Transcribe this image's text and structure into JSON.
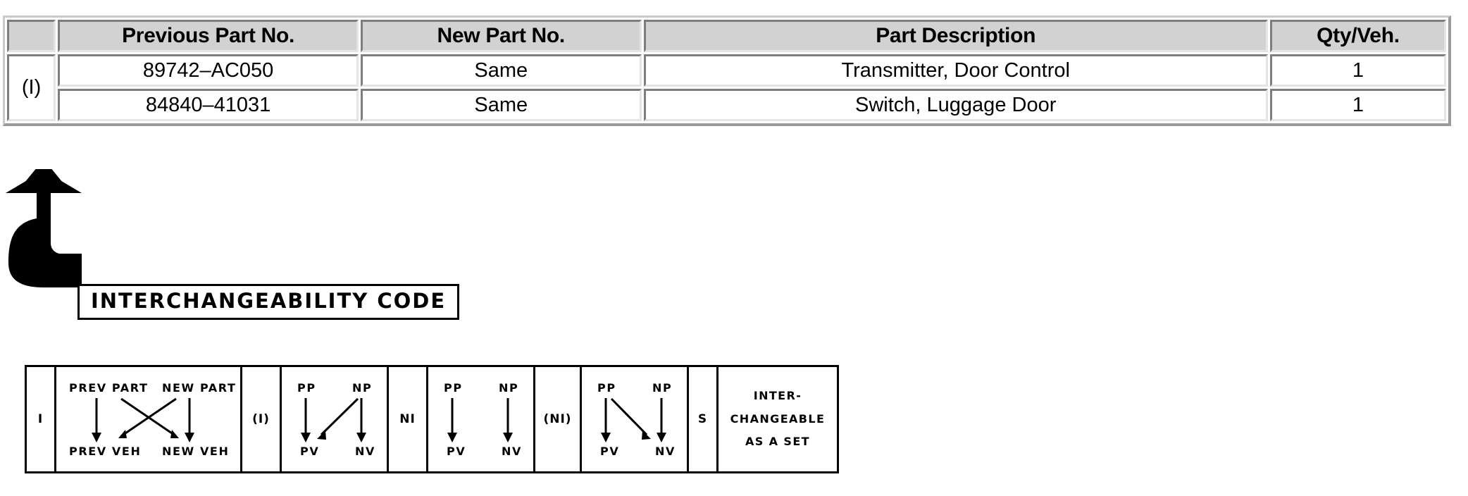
{
  "parts_table": {
    "columns": [
      {
        "key": "code",
        "label": ""
      },
      {
        "key": "previous",
        "label": "Previous Part No."
      },
      {
        "key": "new",
        "label": "New Part No."
      },
      {
        "key": "description",
        "label": "Part Description"
      },
      {
        "key": "qty",
        "label": "Qty/Veh."
      }
    ],
    "interchange_code": "(I)",
    "rows": [
      {
        "previous": "89742–AC050",
        "new": "Same",
        "description": "Transmitter, Door Control",
        "qty": "1"
      },
      {
        "previous": "84840–41031",
        "new": "Same",
        "description": "Switch, Luggage Door",
        "qty": "1"
      }
    ]
  },
  "callout": {
    "label": "INTERCHANGEABILITY CODE",
    "arrow_icon": "curved-up-arrow-icon"
  },
  "legend": {
    "entries": [
      {
        "code": "I",
        "diagram": "cross",
        "top_left": "PREV PART",
        "top_right": "NEW PART",
        "bottom_left": "PREV VEH",
        "bottom_right": "NEW VEH"
      },
      {
        "code": "(I)",
        "diagram": "np-to-pv",
        "top_left": "PP",
        "top_right": "NP",
        "bottom_left": "PV",
        "bottom_right": "NV"
      },
      {
        "code": "NI",
        "diagram": "parallel",
        "top_left": "PP",
        "top_right": "NP",
        "bottom_left": "PV",
        "bottom_right": "NV"
      },
      {
        "code": "(NI)",
        "diagram": "pp-to-nv",
        "top_left": "PP",
        "top_right": "NP",
        "bottom_left": "PV",
        "bottom_right": "NV"
      },
      {
        "code": "S",
        "diagram": "text",
        "line1": "INTER-",
        "line2": "CHANGEABLE",
        "line3": "AS A SET"
      }
    ]
  },
  "colors": {
    "header_fill": "#d2d2d2",
    "bevel_dark": "#7d7d7d",
    "bevel_light": "#e4e4e4",
    "outline": "#000000",
    "page_background": "#ffffff"
  }
}
